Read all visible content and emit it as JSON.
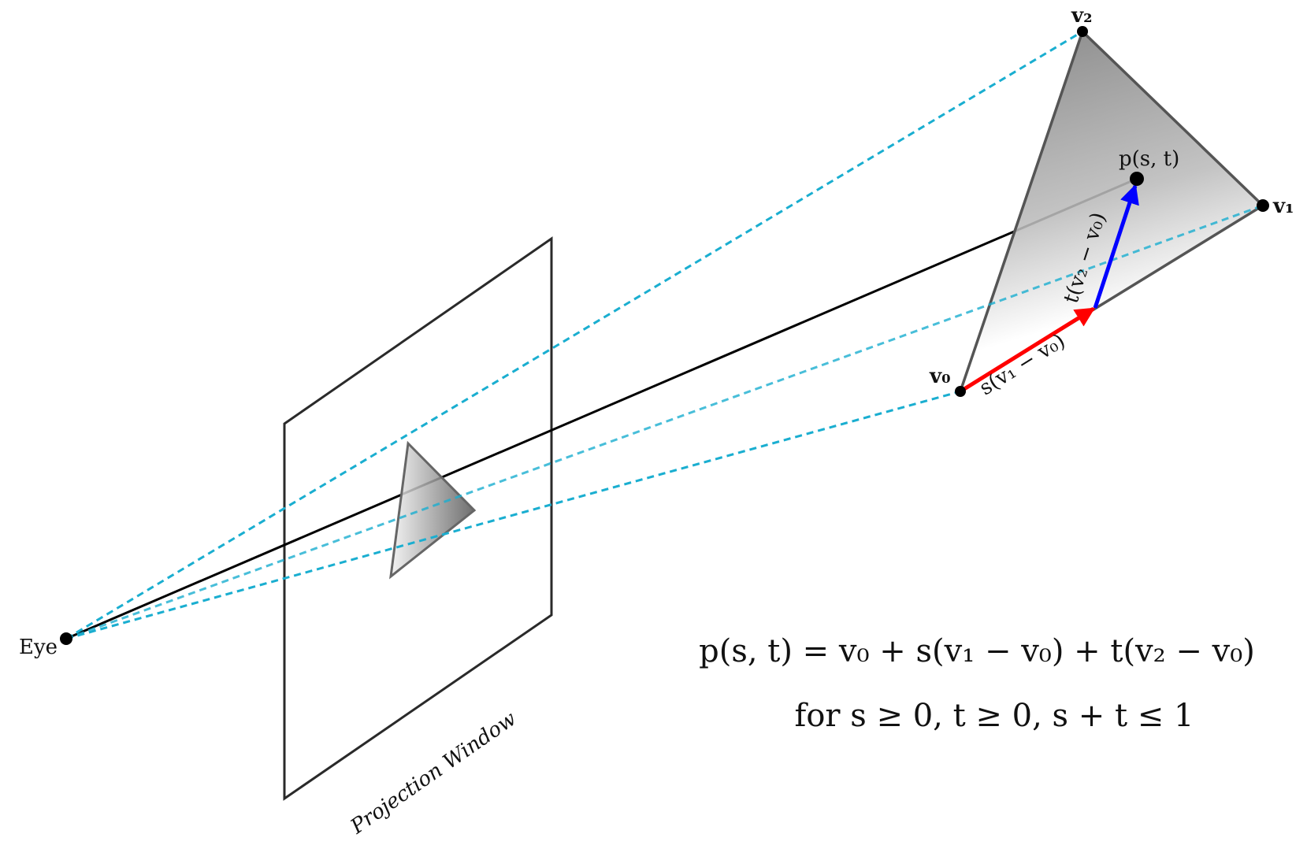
{
  "labels": {
    "eye": "Eye",
    "projection_window": "Projection Window",
    "v0": "v₀",
    "v1": "v₁",
    "v2": "v₂",
    "p": "p(s, t)",
    "s_vec": "s(v₁ − v₀)",
    "t_vec": "t(v₂ − v₀)"
  },
  "formula": {
    "equation": "p(s, t) = v₀ + s(v₁ − v₀) + t(v₂ − v₀)",
    "condition": "for s ≥ 0, t ≥ 0, s + t ≤ 1"
  },
  "colors": {
    "projection_ray": "#1aaed0",
    "s_vector": "#ff0000",
    "t_vector": "#0000ff",
    "outline": "#2a2a2a"
  }
}
